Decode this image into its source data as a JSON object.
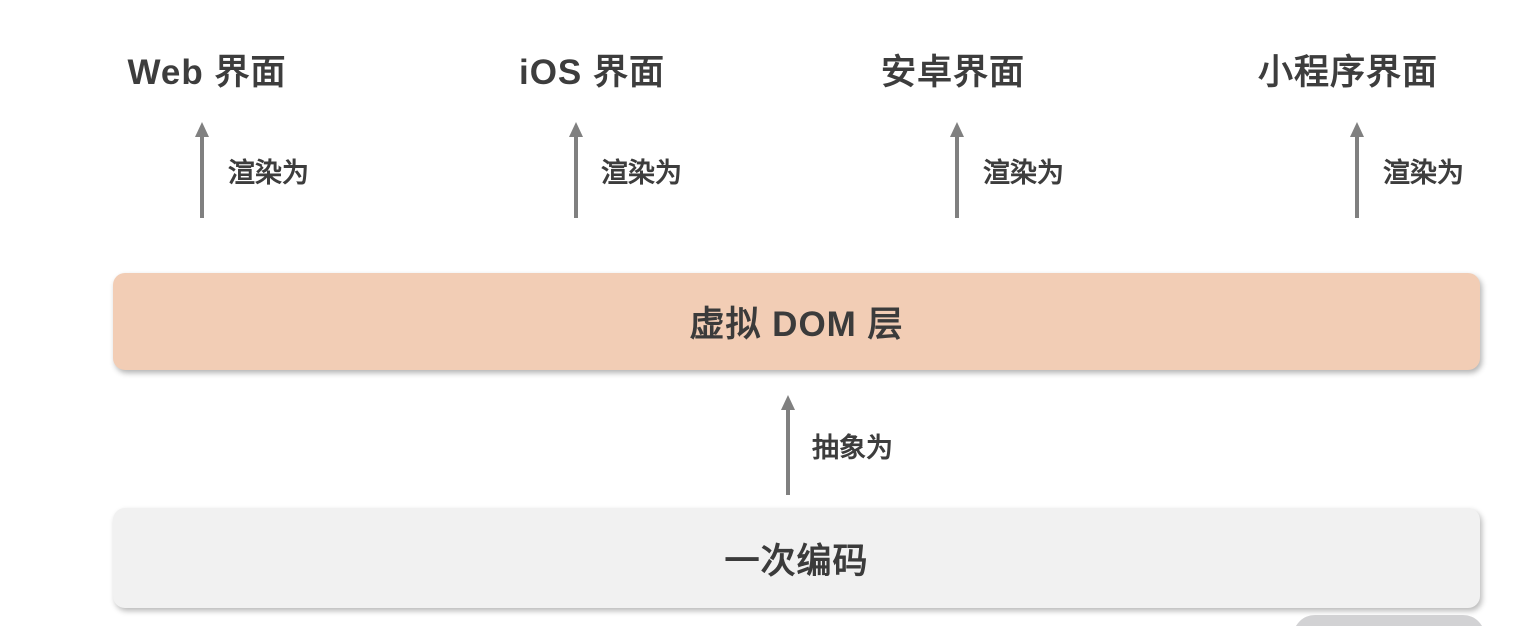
{
  "platforms": [
    {
      "label": "Web 界面",
      "arrow_label": "渲染为"
    },
    {
      "label": "iOS 界面",
      "arrow_label": "渲染为"
    },
    {
      "label": "安卓界面",
      "arrow_label": "渲染为"
    },
    {
      "label": "小程序界面",
      "arrow_label": "渲染为"
    }
  ],
  "vdom_layer": {
    "label": "虚拟 DOM 层"
  },
  "abstract_arrow": {
    "label": "抽象为"
  },
  "code_layer": {
    "label": "一次编码"
  },
  "colors": {
    "vdom_box_bg": "#f2cdb5",
    "code_box_bg": "#f1f1f1",
    "arrow": "#808080",
    "text": "#3d3d3d",
    "peek_shape": "#d2d2d4"
  }
}
